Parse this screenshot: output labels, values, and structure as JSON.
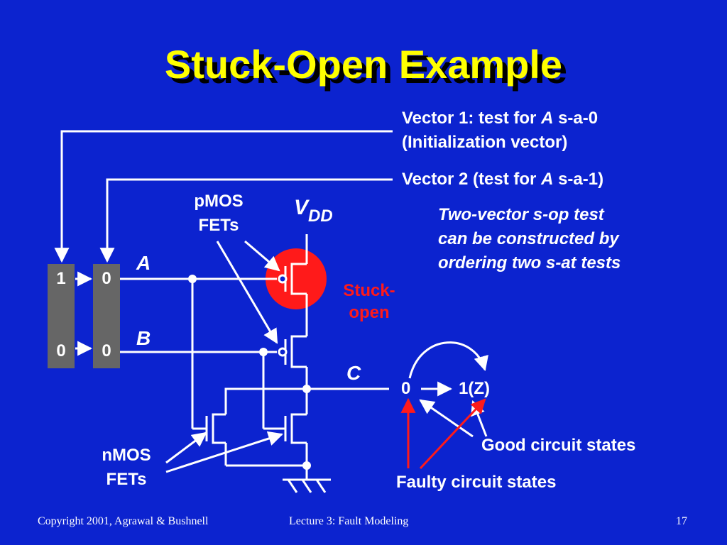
{
  "slide": {
    "title": "Stuck-Open Example",
    "vector1": {
      "prefix": "Vector 1: test for ",
      "var": "A",
      "suffix": " s-a-0",
      "line2": "(Initialization vector)"
    },
    "vector2": {
      "prefix": "Vector 2 (test for ",
      "var": "A",
      "suffix": " s-a-1)"
    },
    "vdd": {
      "main": "V",
      "sub": "DD"
    },
    "two_vector_note": [
      "Two-vector s-op test",
      "can be constructed by",
      "ordering two s-at tests"
    ],
    "pmos_label": [
      "pMOS",
      "FETs"
    ],
    "nmos_label": [
      "nMOS",
      "FETs"
    ],
    "stuck_open_label": [
      "Stuck-",
      "open"
    ],
    "inputs": {
      "a": "A",
      "b": "B",
      "c": "C"
    },
    "register1": {
      "top": "1",
      "bottom": "0"
    },
    "register2": {
      "top": "0",
      "bottom": "0"
    },
    "states": {
      "from": "0",
      "to": "1(Z)"
    },
    "good_label": "Good circuit states",
    "faulty_label": "Faulty circuit states",
    "colors": {
      "background": "#0c23cf",
      "title": "#ffff00",
      "stuck_open": "#ff1a1a",
      "wire": "#ffffff",
      "register": "#666666"
    }
  },
  "footer": {
    "copyright": "Copyright 2001, Agrawal & Bushnell",
    "lecture": "Lecture 3: Fault Modeling",
    "page": "17"
  }
}
